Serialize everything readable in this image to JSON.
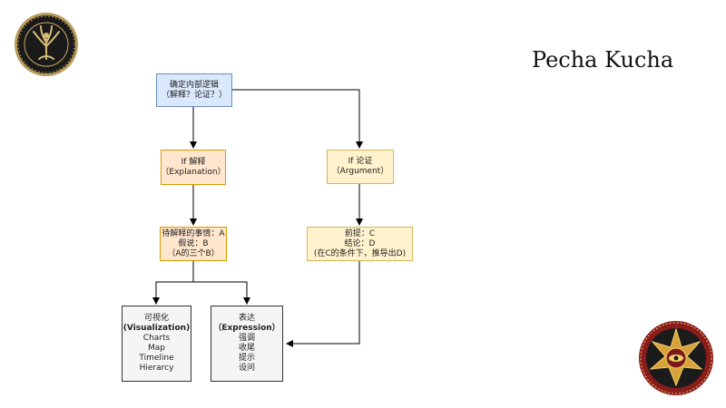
{
  "slide": {
    "title": "Pecha Kucha"
  },
  "nodes": {
    "root": {
      "line1": "确定内部逻辑",
      "line2": "（解释？论证？）"
    },
    "explanation": {
      "line1": "If 解释",
      "line2": "（Explanation）"
    },
    "argument": {
      "line1": "If 论证",
      "line2": "（Argument）"
    },
    "explain_detail": {
      "line1": "待解释的事情：A",
      "line2": "假说：B",
      "line3": "（A的三个B）"
    },
    "argument_detail": {
      "line1": "前提：C",
      "line2": "结论：D",
      "line3": "(在C的条件下，推导出D)"
    },
    "visualization": {
      "line1": "可视化",
      "line2": "(Visualization)",
      "items": [
        "Charts",
        "Map",
        "Timeline",
        "Hierarcy"
      ]
    },
    "expression": {
      "line1": "表达",
      "line2": "（Expression）",
      "items": [
        "强调",
        "收尾",
        "提示",
        "设问"
      ]
    }
  },
  "colors": {
    "blue_fill": "#dae8fc",
    "orange_fill": "#ffe6cc",
    "yellow_fill": "#fff2cc",
    "grey_fill": "#f5f5f5"
  },
  "icons": {
    "top_left": "tree-seal-logo",
    "bottom_right": "eye-star-seal-logo"
  }
}
